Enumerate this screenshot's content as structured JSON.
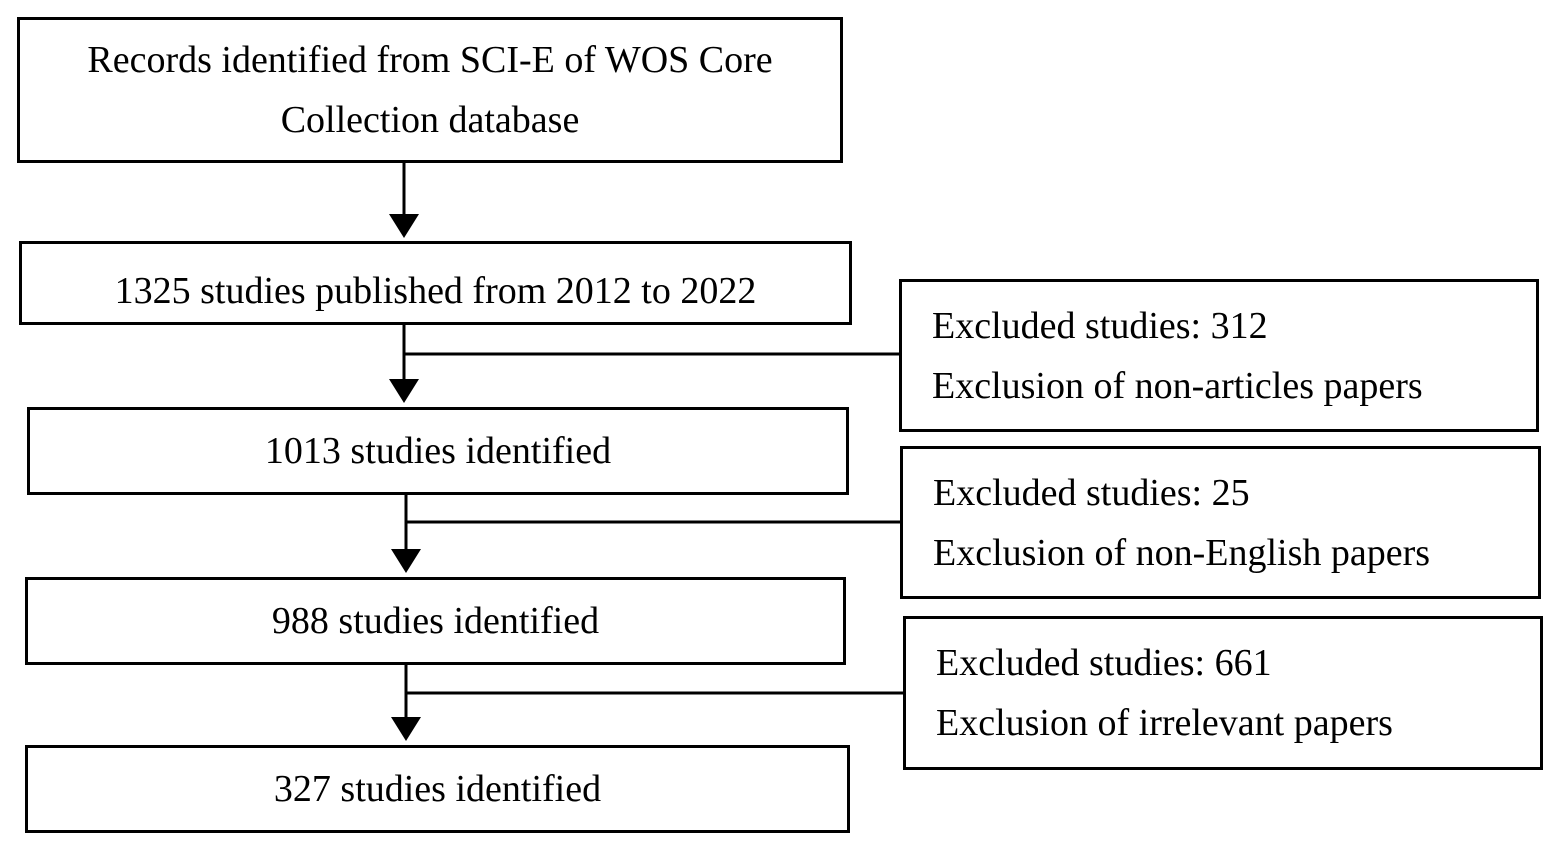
{
  "flow": {
    "steps": [
      {
        "id": "records",
        "lines": [
          "Records identified from SCI-E of WOS Core",
          "Collection database"
        ]
      },
      {
        "id": "published",
        "lines": [
          "1325 studies published from 2012 to 2022"
        ]
      },
      {
        "id": "step-1013",
        "lines": [
          "1013 studies identified"
        ]
      },
      {
        "id": "step-988",
        "lines": [
          "988 studies identified"
        ]
      },
      {
        "id": "step-327",
        "lines": [
          "327 studies identified"
        ]
      }
    ],
    "exclusions": [
      {
        "count_label": "Excluded studies: 312",
        "reason": "Exclusion of non-articles papers"
      },
      {
        "count_label": "Excluded studies: 25",
        "reason": "Exclusion of non-English papers"
      },
      {
        "count_label": "Excluded studies: 661",
        "reason": "Exclusion of irrelevant papers"
      }
    ]
  }
}
